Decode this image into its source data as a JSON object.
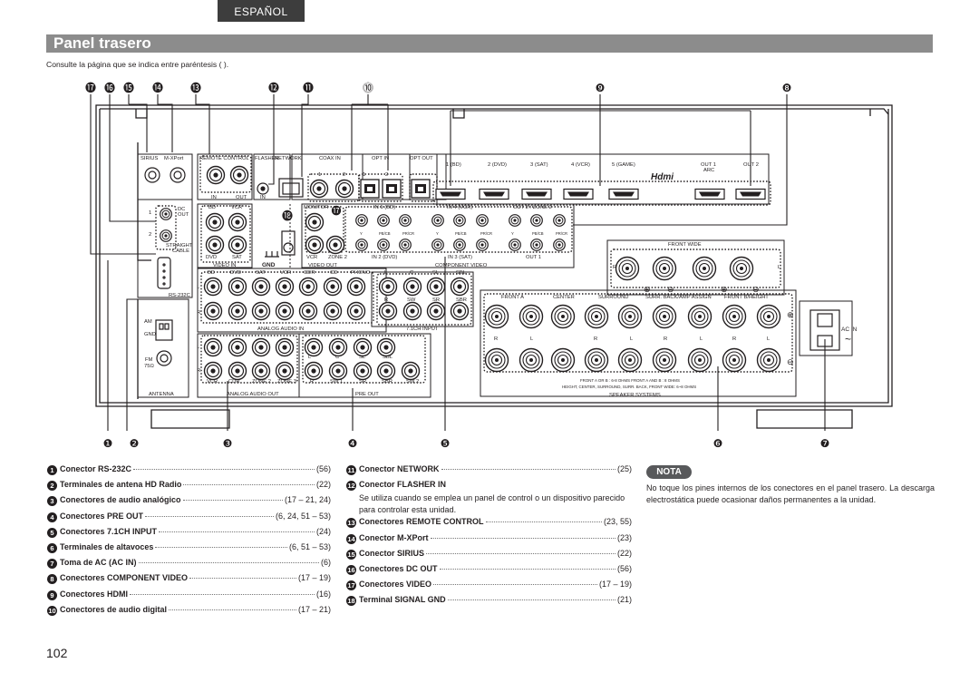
{
  "header": {
    "language_tab": "ESPAÑOL",
    "title": "Panel trasero",
    "subtitle": "Consulte la página que se indica entre paréntesis ( )."
  },
  "callouts": {
    "top": [
      "17",
      "16",
      "15",
      "14",
      "13",
      "12",
      "11",
      "10",
      "9",
      "8"
    ],
    "top_glyphs": [
      "⓱",
      "⓰",
      "⓯",
      "⓮",
      "⓭",
      "⓬",
      "⓫",
      "⓾",
      "❾",
      "❽"
    ],
    "bottom_glyphs": [
      "❶",
      "❷",
      "❸",
      "❹",
      "❺",
      "❻",
      "❼"
    ],
    "inner_glyphs": [
      "⓲",
      "⓱"
    ]
  },
  "panel_labels": {
    "sirius": "SIRIUS",
    "mxport": "M-XPort",
    "remote_control": "REMOTE CONTROL",
    "flasher": "FLASHER",
    "network": "NETWORK",
    "coax_in": "COAX IN",
    "opt_in": "OPT IN",
    "opt_out": "OPT OUT",
    "in": "IN",
    "out": "OUT",
    "one": "1",
    "two": "2",
    "dc_out": "DC",
    "dc_out2": "OUT",
    "straight": "STRAIGHT",
    "cable": "CABLE",
    "rs232c": "RS-232C",
    "hdmi_inputs": [
      "1 (BD)",
      "2 (DVD)",
      "3 (SAT)",
      "4 (VCR)",
      "5 (GAME)"
    ],
    "hdmi_out1": "OUT 1",
    "hdmi_arc": "ARC",
    "hdmi_out2": "OUT 2",
    "hdmi_logo": "Hdmi",
    "video_in_top": [
      "BD",
      "VCR"
    ],
    "video_in_bottom": [
      "DVD",
      "SAT"
    ],
    "video_in": "VIDEO IN",
    "gnd": "GND",
    "monitor": "MONITOR",
    "monitor_out": "OUT",
    "video_out_bottom": [
      "VCR",
      "ZONE 2"
    ],
    "video_out": "VIDEO OUT",
    "comp_in1": "IN 1 (BD)",
    "comp_in4": "IN 4 (VCR)",
    "comp_out2": "OUT 2 / ZONE 2",
    "comp_in2": "IN 2 (DVD)",
    "comp_in3": "IN 3 (SAT)",
    "comp_out1": "OUT 1",
    "component_video": "COMPONENT VIDEO",
    "ypbpr": [
      "Y",
      "PB/CB",
      "PR/CR"
    ],
    "analog_in_top": [
      "BD",
      "DVD",
      "SAT",
      "VCR",
      "CDR",
      "CD",
      "PHONO"
    ],
    "analog_audio_in": "ANALOG AUDIO IN",
    "ch71_top": [
      "L",
      "C",
      "SL",
      "SBL"
    ],
    "ch71_bottom": [
      "R",
      "SW",
      "SR",
      "SBR"
    ],
    "ch71_input": "7.1CH INPUT",
    "am": "AM",
    "gnd_small": "GND",
    "fm": "FM",
    "fm_ohm": "75Ω",
    "antenna": "ANTENNA",
    "analog_out_bottom": [
      "VCR",
      "CDR",
      "ZONE 2",
      "ZONE 3"
    ],
    "analog_audio_out": "ANALOG AUDIO OUT",
    "preout_top": [
      "L",
      "C",
      "SL",
      "SBL"
    ],
    "preout_bottom": [
      "R",
      "SW 1",
      "SR",
      "SBR",
      "SW 2"
    ],
    "pre_out": "PRE OUT",
    "front_wide": "FRONT WIDE",
    "speaker_groups": [
      "FRONT A",
      "CENTER",
      "SURROUND",
      "SURR. BACK/AMP ASSIGN",
      "FRONT B/HEIGHT"
    ],
    "speaker_rl": [
      "R",
      "L",
      "R",
      "L",
      "R",
      "L",
      "R",
      "L"
    ],
    "spk_note1": "FRONT A OR B : 6-8 OHMS      FRONT A AND B : 8 OHMS",
    "spk_note2": "HEIGHT, CENTER, SURROUND, SURR. BACK, FRONT WIDE: 6~8 OHMS",
    "speaker_systems": "SPEAKER SYSTEMS",
    "ac_in": "AC IN",
    "tilde": "~",
    "r": "R",
    "l": "L",
    "plus": "⊕",
    "minus": "⊖"
  },
  "left_list": [
    {
      "n": "1",
      "label": "Conector RS-232C",
      "page": "(56)"
    },
    {
      "n": "2",
      "label": "Terminales de antena HD Radio",
      "page": "(22)"
    },
    {
      "n": "3",
      "label": "Conectores de audio analógico",
      "page": "(17 – 21, 24)"
    },
    {
      "n": "4",
      "label": "Conectores PRE OUT",
      "page": "(6, 24, 51 – 53)"
    },
    {
      "n": "5",
      "label": "Conectores 7.1CH INPUT",
      "page": "(24)"
    },
    {
      "n": "6",
      "label": "Terminales de altavoces",
      "page": "(6, 51 – 53)"
    },
    {
      "n": "7",
      "label": "Toma de AC (AC IN)",
      "page": "(6)"
    },
    {
      "n": "8",
      "label": "Conectores COMPONENT VIDEO",
      "page": "(17 – 19)"
    },
    {
      "n": "9",
      "label": "Conectores HDMI",
      "page": "(16)"
    },
    {
      "n": "10",
      "label": "Conectores de audio digital",
      "page": "(17 – 21)"
    }
  ],
  "right_list": [
    {
      "n": "11",
      "label": "Conector NETWORK",
      "page": "(25)"
    },
    {
      "n": "12",
      "label": "Conector FLASHER IN",
      "page": "",
      "desc": "Se utiliza cuando se emplea un panel de control o un dispositivo parecido para controlar esta unidad."
    },
    {
      "n": "13",
      "label": "Conectores REMOTE CONTROL",
      "page": "(23, 55)"
    },
    {
      "n": "14",
      "label": "Conector M-XPort",
      "page": "(23)"
    },
    {
      "n": "15",
      "label": "Conector SIRIUS",
      "page": "(22)"
    },
    {
      "n": "16",
      "label": "Conectores DC OUT",
      "page": "(56)"
    },
    {
      "n": "17",
      "label": "Conectores VIDEO",
      "page": "(17 – 19)"
    },
    {
      "n": "18",
      "label": "Terminal SIGNAL GND",
      "page": "(21)"
    }
  ],
  "nota": {
    "badge": "NOTA",
    "text": "No toque los pines internos de los conectores en el panel trasero. La descarga electrostática puede ocasionar daños permanentes a la unidad."
  },
  "page_number": "102",
  "colors": {
    "title_bar": "#8c8c8c",
    "tab": "#3d3d3d",
    "ink": "#231f20"
  }
}
